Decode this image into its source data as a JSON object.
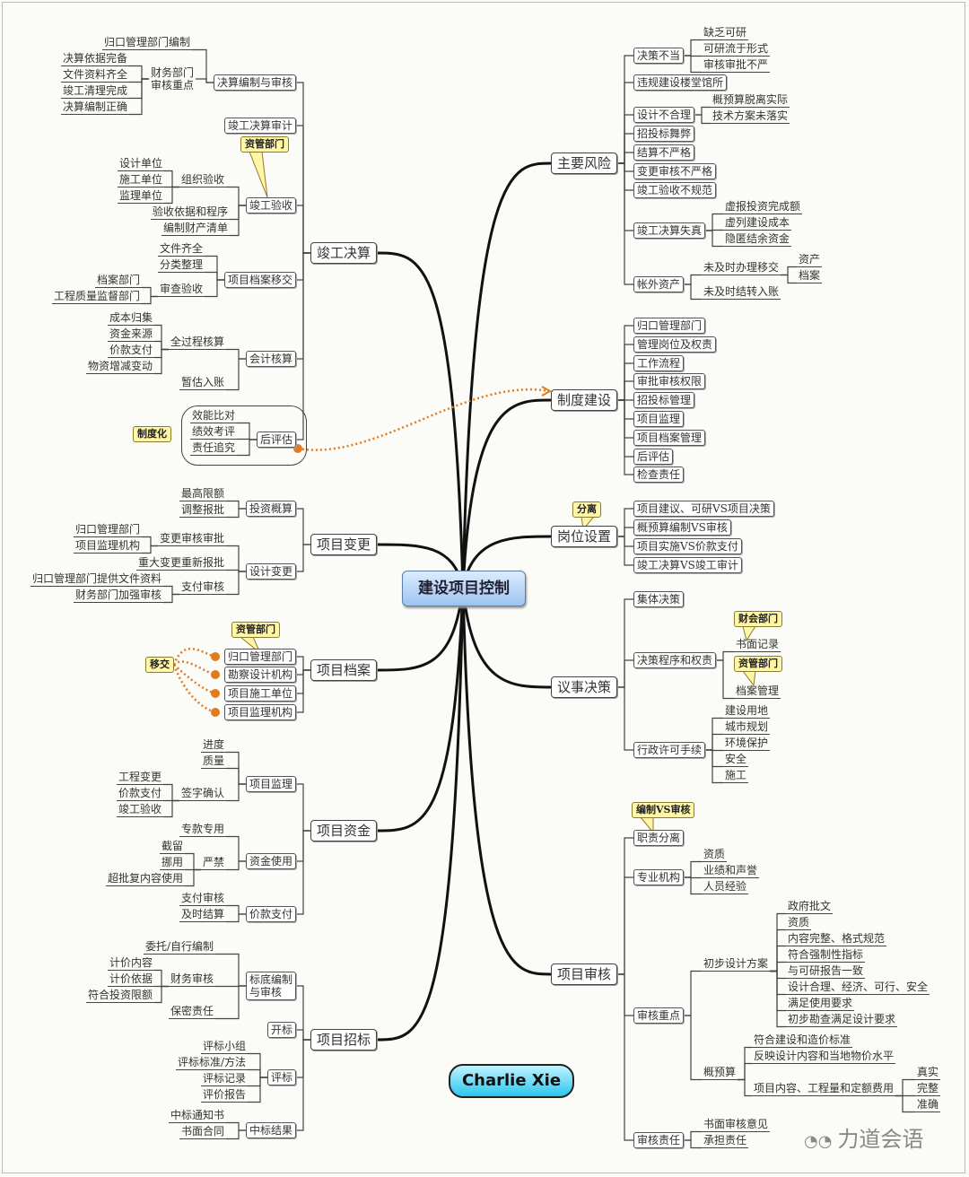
{
  "center": "建设项目控制",
  "signature": "Charlie Xie",
  "watermark": "力道会语",
  "callouts": {
    "zgbm1": "资管部门",
    "zdh": "制度化",
    "zgbm2": "资管部门",
    "yj": "移交",
    "fl": "分离",
    "ckbm": "财会部门",
    "zgbm3": "资管部门",
    "bzsh": "编制VS审核"
  },
  "left": [
    {
      "t": "竣工决算",
      "c": [
        {
          "t": "决算编制与审核",
          "c": [
            {
              "t": "归口管理部门编制"
            },
            {
              "t": "财务部门\n审核重点",
              "c": [
                {
                  "t": "决算依据完备"
                },
                {
                  "t": "文件资料齐全"
                },
                {
                  "t": "竣工清理完成"
                },
                {
                  "t": "决算编制正确"
                }
              ]
            }
          ]
        },
        {
          "t": "竣工决算审计"
        },
        {
          "t": "竣工验收",
          "c": [
            {
              "t": "组织验收",
              "c": [
                {
                  "t": "设计单位"
                },
                {
                  "t": "施工单位"
                },
                {
                  "t": "监理单位"
                }
              ]
            },
            {
              "t": "验收依据和程序"
            },
            {
              "t": "编制财产清单"
            }
          ]
        },
        {
          "t": "项目档案移交",
          "c": [
            {
              "t": "文件齐全"
            },
            {
              "t": "分类整理"
            },
            {
              "t": "审查验收",
              "c": [
                {
                  "t": "档案部门"
                },
                {
                  "t": "工程质量监督部门"
                }
              ]
            }
          ]
        },
        {
          "t": "会计核算",
          "c": [
            {
              "t": "全过程核算",
              "c": [
                {
                  "t": "成本归集"
                },
                {
                  "t": "资金来源"
                },
                {
                  "t": "价款支付"
                },
                {
                  "t": "物资增减变动"
                }
              ]
            },
            {
              "t": "暂估入账"
            }
          ]
        },
        {
          "t": "后评估",
          "c": [
            {
              "t": "效能比对"
            },
            {
              "t": "绩效考评"
            },
            {
              "t": "责任追究"
            }
          ]
        }
      ]
    },
    {
      "t": "项目变更",
      "c": [
        {
          "t": "投资概算",
          "c": [
            {
              "t": "最高限额"
            },
            {
              "t": "调整报批"
            }
          ]
        },
        {
          "t": "设计变更",
          "c": [
            {
              "t": "变更审核审批",
              "c": [
                {
                  "t": "归口管理部门"
                },
                {
                  "t": "项目监理机构"
                }
              ]
            },
            {
              "t": "重大变更重新报批"
            },
            {
              "t": "支付审核",
              "c": [
                {
                  "t": "归口管理部门提供文件资料"
                },
                {
                  "t": "财务部门加强审核"
                }
              ]
            }
          ]
        }
      ]
    },
    {
      "t": "项目档案",
      "c": [
        {
          "t": "归口管理部门"
        },
        {
          "t": "勘察设计机构"
        },
        {
          "t": "项目施工单位"
        },
        {
          "t": "项目监理机构"
        }
      ]
    },
    {
      "t": "项目资金",
      "c": [
        {
          "t": "项目监理",
          "c": [
            {
              "t": "进度"
            },
            {
              "t": "质量"
            },
            {
              "t": "签字确认",
              "c": [
                {
                  "t": "工程变更"
                },
                {
                  "t": "价款支付"
                },
                {
                  "t": "竣工验收"
                }
              ]
            }
          ]
        },
        {
          "t": "资金使用",
          "c": [
            {
              "t": "专款专用"
            },
            {
              "t": "严禁",
              "c": [
                {
                  "t": "截留"
                },
                {
                  "t": "挪用"
                },
                {
                  "t": "超批复内容使用"
                }
              ]
            }
          ]
        },
        {
          "t": "价款支付",
          "c": [
            {
              "t": "支付审核"
            },
            {
              "t": "及时结算"
            }
          ]
        }
      ]
    },
    {
      "t": "项目招标",
      "c": [
        {
          "t": "标底编制\n与审核",
          "c": [
            {
              "t": "委托/自行编制"
            },
            {
              "t": "财务审核",
              "c": [
                {
                  "t": "计价内容"
                },
                {
                  "t": "计价依据"
                },
                {
                  "t": "符合投资限额"
                }
              ]
            },
            {
              "t": "保密责任"
            }
          ]
        },
        {
          "t": "开标"
        },
        {
          "t": "评标",
          "c": [
            {
              "t": "评标小组"
            },
            {
              "t": "评标标准/方法"
            },
            {
              "t": "评标记录"
            },
            {
              "t": "评价报告"
            }
          ]
        },
        {
          "t": "中标结果",
          "c": [
            {
              "t": "中标通知书"
            },
            {
              "t": "书面合同"
            }
          ]
        }
      ]
    }
  ],
  "right": [
    {
      "t": "主要风险",
      "c": [
        {
          "t": "决策不当",
          "c": [
            {
              "t": "缺乏可研"
            },
            {
              "t": "可研流于形式"
            },
            {
              "t": "审核审批不严"
            }
          ]
        },
        {
          "t": "违规建设楼堂馆所"
        },
        {
          "t": "设计不合理",
          "c": [
            {
              "t": "概预算脱离实际"
            },
            {
              "t": "技术方案未落实"
            }
          ]
        },
        {
          "t": "招投标舞弊"
        },
        {
          "t": "结算不严格"
        },
        {
          "t": "变更审核不严格"
        },
        {
          "t": "竣工验收不规范"
        },
        {
          "t": "竣工决算失真",
          "c": [
            {
              "t": "虚报投资完成额"
            },
            {
              "t": "虚列建设成本"
            },
            {
              "t": "隐匿结余资金"
            }
          ]
        },
        {
          "t": "帐外资产",
          "c": [
            {
              "t": "未及时办理移交",
              "c": [
                {
                  "t": "资产"
                },
                {
                  "t": "档案"
                }
              ]
            },
            {
              "t": "未及时结转入账"
            }
          ]
        }
      ]
    },
    {
      "t": "制度建设",
      "c": [
        {
          "t": "归口管理部门"
        },
        {
          "t": "管理岗位及权责"
        },
        {
          "t": "工作流程"
        },
        {
          "t": "审批审核权限"
        },
        {
          "t": "招投标管理"
        },
        {
          "t": "项目监理"
        },
        {
          "t": "项目档案管理"
        },
        {
          "t": "后评估"
        },
        {
          "t": "检查责任"
        }
      ]
    },
    {
      "t": "岗位设置",
      "c": [
        {
          "t": "项目建议、可研VS项目决策"
        },
        {
          "t": "概预算编制VS审核"
        },
        {
          "t": "项目实施VS价款支付"
        },
        {
          "t": "竣工决算VS竣工审计"
        }
      ]
    },
    {
      "t": "议事决策",
      "c": [
        {
          "t": "集体决策"
        },
        {
          "t": "决策程序和权责",
          "c": [
            {
              "t": "书面记录"
            },
            {
              "t": "档案管理"
            }
          ]
        },
        {
          "t": "行政许可手续",
          "c": [
            {
              "t": "建设用地"
            },
            {
              "t": "城市规划"
            },
            {
              "t": "环境保护"
            },
            {
              "t": "安全"
            },
            {
              "t": "施工"
            }
          ]
        }
      ]
    },
    {
      "t": "项目审核",
      "c": [
        {
          "t": "职责分离"
        },
        {
          "t": "专业机构",
          "c": [
            {
              "t": "资质"
            },
            {
              "t": "业绩和声誉"
            },
            {
              "t": "人员经验"
            }
          ]
        },
        {
          "t": "审核重点",
          "c": [
            {
              "t": "初步设计方案",
              "c": [
                {
                  "t": "政府批文"
                },
                {
                  "t": "资质"
                },
                {
                  "t": "内容完整、格式规范"
                },
                {
                  "t": "符合强制性指标"
                },
                {
                  "t": "与可研报告一致"
                },
                {
                  "t": "设计合理、经济、可行、安全"
                },
                {
                  "t": "满足使用要求"
                },
                {
                  "t": "初步勘查满足设计要求"
                }
              ]
            },
            {
              "t": "概预算",
              "c": [
                {
                  "t": "符合建设和造价标准"
                },
                {
                  "t": "反映设计内容和当地物价水平"
                },
                {
                  "t": "项目内容、工程量和定额费用",
                  "c": [
                    {
                      "t": "真实"
                    },
                    {
                      "t": "完整"
                    },
                    {
                      "t": "准确"
                    }
                  ]
                }
              ]
            }
          ]
        },
        {
          "t": "审核责任",
          "c": [
            {
              "t": "书面审核意见"
            },
            {
              "t": "承担责任"
            }
          ]
        }
      ]
    }
  ]
}
